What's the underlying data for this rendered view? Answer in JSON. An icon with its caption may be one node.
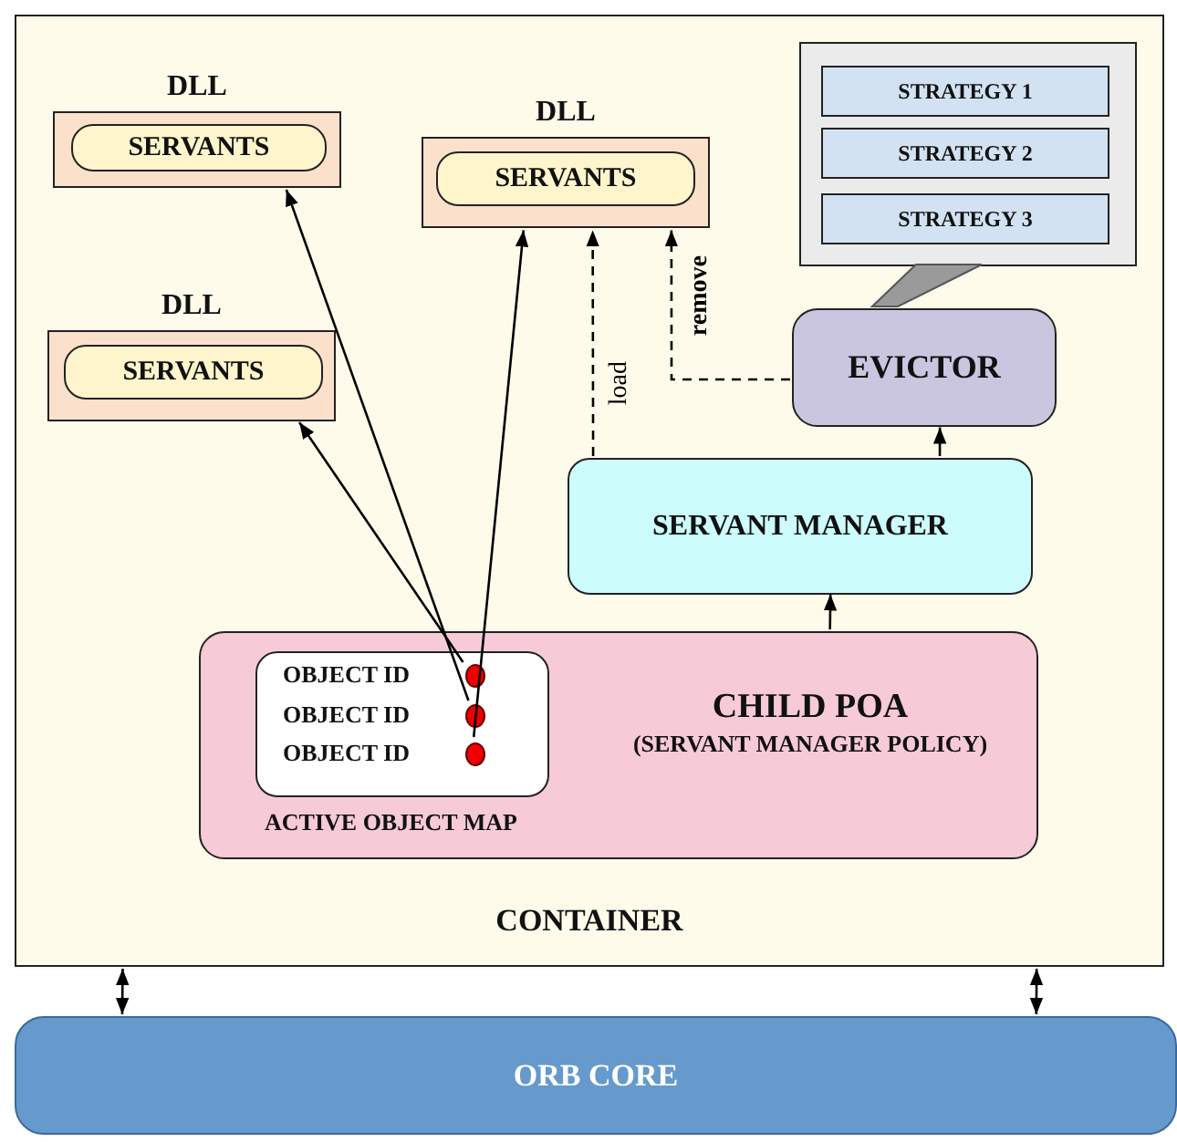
{
  "diagram": {
    "nodes": [
      {
        "text": [
          "CONTAINER"
        ]
      },
      {
        "text": [
          "DLL"
        ],
        "in": 0
      },
      {
        "text": [
          "SERVANTS"
        ],
        "in": 1
      },
      {
        "text": [
          "DLL"
        ],
        "in": 0
      },
      {
        "text": [
          "SERVANTS"
        ],
        "in": 3
      },
      {
        "text": [],
        "shape": "box",
        "in": 0
      },
      {
        "text": [
          "STRATEGY 1"
        ],
        "in": 5
      },
      {
        "text": [
          "STRATEGY 2"
        ],
        "in": 5
      },
      {
        "text": [
          "STRATEGY 3"
        ],
        "in": 5
      },
      {
        "text": [
          "DLL"
        ],
        "in": 0
      },
      {
        "text": [
          "SERVANTS"
        ],
        "in": 9
      },
      {
        "text": [
          "EVICTOR"
        ],
        "in": 0
      },
      {
        "text": [
          "SERVANT MANAGER"
        ],
        "in": 0
      },
      {
        "text": [
          "CHILD POA",
          "(SERVANT MANAGER POLICY)"
        ],
        "in": 0
      },
      {
        "text": [
          "ACTIVE OBJECT MAP"
        ],
        "in": 13
      },
      {
        "text": [
          "OBJECT ID"
        ],
        "in": 14
      },
      {
        "text": [
          "OBJECT ID"
        ],
        "in": 14
      },
      {
        "text": [
          "OBJECT ID"
        ],
        "in": 14
      },
      {
        "text": [
          "ORB CORE"
        ]
      }
    ],
    "edges": [
      {
        "from": 15,
        "to": 9,
        "arrow": "to"
      },
      {
        "from": 16,
        "to": 1,
        "arrow": "to"
      },
      {
        "from": 17,
        "to": 3,
        "arrow": "to"
      },
      {
        "from": 12,
        "to": 3,
        "arrow": "to",
        "style": "dashed",
        "label": "load"
      },
      {
        "from": 11,
        "to": 3,
        "arrow": "to",
        "style": "dashed",
        "label": "remove"
      },
      {
        "from": 12,
        "to": 11,
        "arrow": "to"
      },
      {
        "from": 13,
        "to": 12,
        "arrow": "to"
      },
      {
        "from": 11,
        "to": 5,
        "arrow": "none"
      },
      {
        "from": 0,
        "to": 18,
        "arrow": "both"
      },
      {
        "from": 0,
        "to": 18,
        "arrow": "both"
      }
    ]
  }
}
